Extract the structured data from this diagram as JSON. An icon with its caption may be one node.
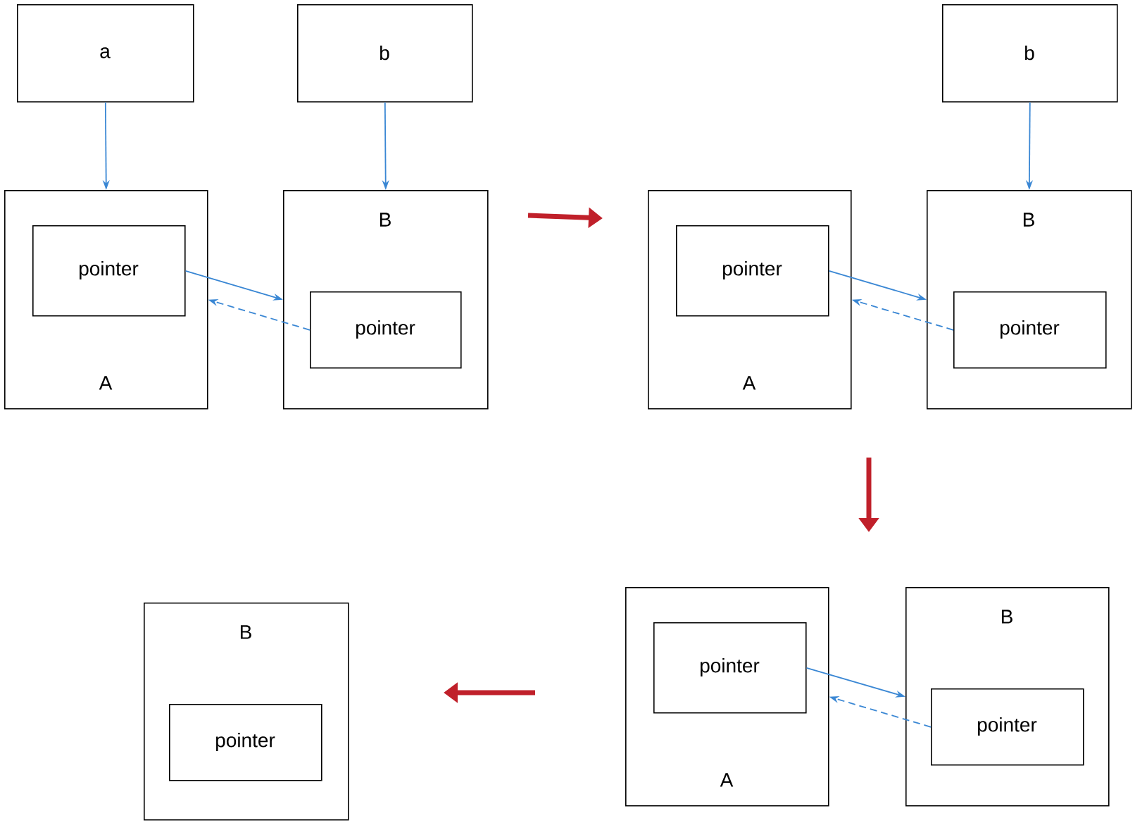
{
  "diagram": {
    "nodes": [
      {
        "text": [
          "a"
        ]
      },
      {
        "text": [
          "b"
        ]
      },
      {
        "text": [
          "A"
        ]
      },
      {
        "text": [
          "pointer"
        ],
        "in": 2
      },
      {
        "text": [
          "B"
        ]
      },
      {
        "text": [
          "pointer"
        ],
        "in": 4
      },
      {
        "text": [
          "b"
        ]
      },
      {
        "text": [
          "A"
        ]
      },
      {
        "text": [
          "pointer"
        ],
        "in": 7
      },
      {
        "text": [
          "B"
        ]
      },
      {
        "text": [
          "pointer"
        ],
        "in": 9
      },
      {
        "text": [
          "A"
        ]
      },
      {
        "text": [
          "pointer"
        ],
        "in": 11
      },
      {
        "text": [
          "B"
        ]
      },
      {
        "text": [
          "pointer"
        ],
        "in": 13
      },
      {
        "text": [
          "B"
        ]
      },
      {
        "text": [
          "pointer"
        ],
        "in": 15
      }
    ],
    "edges": [
      {
        "from": 0,
        "to": 2,
        "arrow": "to"
      },
      {
        "from": 1,
        "to": 4,
        "arrow": "to"
      },
      {
        "from": 3,
        "to": 4,
        "arrow": "to"
      },
      {
        "from": 5,
        "to": 2,
        "arrow": "to",
        "style": "dashed"
      },
      {
        "from": 6,
        "to": 9,
        "arrow": "to"
      },
      {
        "from": 8,
        "to": 9,
        "arrow": "to"
      },
      {
        "from": 10,
        "to": 7,
        "arrow": "to",
        "style": "dashed"
      },
      {
        "from": 12,
        "to": 13,
        "arrow": "to"
      },
      {
        "from": 14,
        "to": 11,
        "arrow": "to",
        "style": "dashed"
      }
    ]
  }
}
